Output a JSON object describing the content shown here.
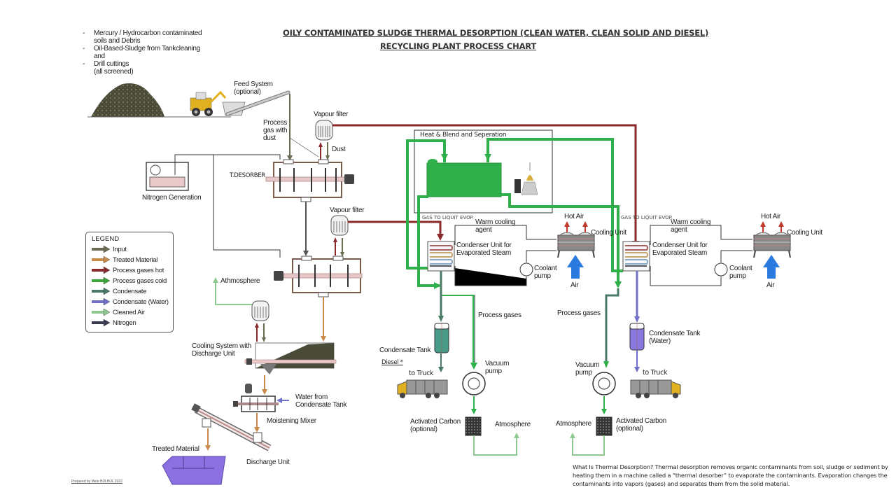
{
  "title": {
    "line1": "OILY CONTAMINATED SLUDGE THERMAL DESORPTION (CLEAN WATER, CLEAN SOLID AND DIESEL)",
    "line2": "RECYCLING PLANT PROCESS CHART"
  },
  "inputs": [
    {
      "bullet": "-",
      "text": "Mercury / Hydrocarbon contaminated",
      "cont": "soils and Debris"
    },
    {
      "bullet": "-",
      "text": "Oil-Based-Sludge from Tankcleaning",
      "cont": "and"
    },
    {
      "bullet": "-",
      "text": "Drill cuttings",
      "cont": "(all screened)"
    }
  ],
  "labels": {
    "feed_system": "Feed System",
    "feed_optional": "(optional)",
    "process_gas_1": "Process",
    "process_gas_2": "gas with",
    "process_gas_3": "dust",
    "vapour_filter": "Vapour filter",
    "dust": "Dust",
    "t_desorber": "T.DESORBER",
    "nitrogen_generation": "Nitrogen Generation",
    "vapour_filter_2": "Vapour filter",
    "athmosphere": "Athmosphere",
    "cooling_system_1": "Cooling System with",
    "cooling_system_2": "Discharge Unit",
    "water_from_1": "Water from",
    "water_from_2": "Condensate Tank",
    "moistening_mixer": "Moistening Mixer",
    "treated_material": "Treated Material",
    "discharge_unit": "Discharge Unit",
    "heat_blend": "Heat & Blend and Seperation",
    "gas_to_liquid_1": "GAS TO LIQUIT EVOP.",
    "gas_to_liquid_2": "GAS TO LIQUIT EVOP.",
    "warm_cooling_1": "Warm cooling",
    "warm_cooling_agent": "agent",
    "condenser_1": "Condenser Unit for",
    "condenser_2": "Evaporated Steam",
    "coolant_1": "Coolant",
    "coolant_2": "pump",
    "hot_air": "Hot  Air",
    "cooling_unit": "Cooling Unit",
    "air": "Air",
    "process_gases": "Process gases",
    "condensate_tank": "Condensate Tank",
    "condensate_tank_water_1": "Condensate Tank",
    "condensate_tank_water_2": "(Water)",
    "diesel": "Diesel *",
    "to_truck": "to Truck",
    "vacuum_1": "Vacuum",
    "vacuum_2": "pump",
    "activated_carbon_1": "Activated Carbon",
    "activated_carbon_2": "(optional)",
    "atmosphere": "Atmosphere"
  },
  "legend": {
    "title": "LEGEND",
    "items": [
      {
        "label": "Input",
        "color": "#6b6b52"
      },
      {
        "label": "Treated Material",
        "color": "#c98a4b"
      },
      {
        "label": "Process gases hot",
        "color": "#8b2a2a"
      },
      {
        "label": "Process gases cold",
        "color": "#3aa63a"
      },
      {
        "label": "Condensate",
        "color": "#4a7a66"
      },
      {
        "label": "Condensate (Water)",
        "color": "#7070c8"
      },
      {
        "label": "Cleaned Air",
        "color": "#8fc88f"
      },
      {
        "label": "Nitrogen",
        "color": "#3a3a52"
      }
    ]
  },
  "colors": {
    "process_green": "#2fb04a",
    "hot_gas": "#8b2a2a",
    "condensate": "#4a7a66",
    "water": "#7070c8",
    "treated": "#c98a4b",
    "air_blue": "#2a7ae0",
    "bin_purple": "#8a70e0"
  },
  "note": "What Is Thermal Desorption? Thermal desorption removes organic contaminants from soil, sludge or sediment by heating them in a machine called a “thermal desorber” to evaporate the contaminants. Evaporation changes the contaminants into vapors (gases) and separates them from the solid material.",
  "credit": "Prepared by Mete BÜLBÜL 2022"
}
